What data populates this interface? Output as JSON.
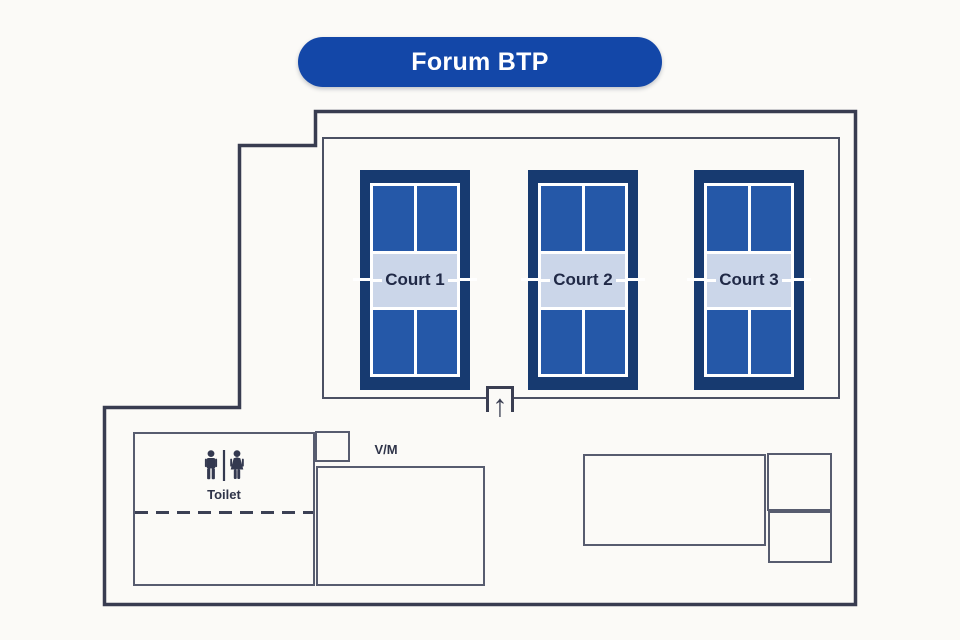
{
  "header": {
    "title": "Forum BTP"
  },
  "courts": [
    {
      "label": "Court 1"
    },
    {
      "label": "Court 2"
    },
    {
      "label": "Court 3"
    }
  ],
  "facilities": {
    "toilet": {
      "label": "Toilet",
      "icon": "man-woman-restroom-icon"
    },
    "vm_room": {
      "label": "V/M"
    },
    "entrance": {
      "arrow": "↑",
      "icon": "up-arrow-icon"
    }
  },
  "colors": {
    "badge_blue": "#1347a8",
    "court_frame_navy": "#173a70",
    "court_blue": "#2558a8",
    "court_band_light": "#cbd6e9",
    "wall_dark": "#3a3e52",
    "room_border": "#575c6f"
  }
}
